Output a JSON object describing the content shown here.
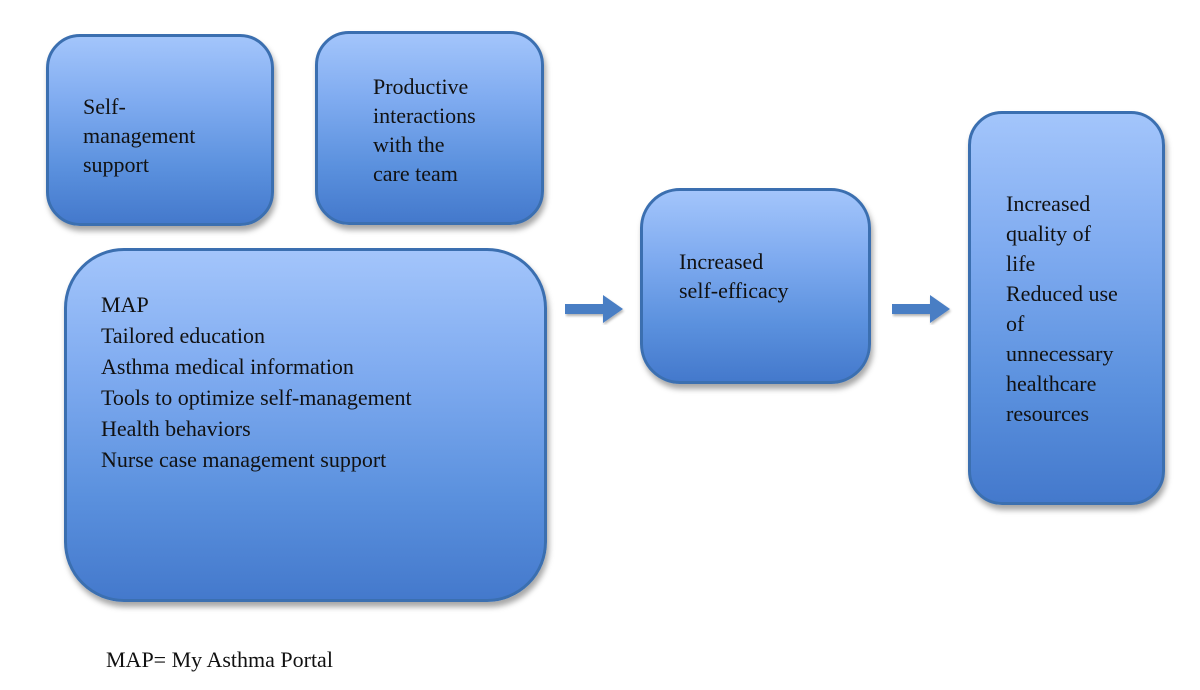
{
  "boxes": {
    "self_management": "Self-\nmanagement\nsupport",
    "productive": "Productive\ninteractions\nwith the\ncare team",
    "map": "MAP\nTailored education\nAsthma medical information\nTools to optimize self-management\nHealth behaviors\nNurse case management support",
    "efficacy": "Increased\nself-efficacy",
    "outcomes": "Increased\nquality of\nlife\nReduced use\nof\nunnecessary\nhealthcare\nresources"
  },
  "footnote": "MAP= My Asthma Portal",
  "colors": {
    "box_top": "#a3c5fb",
    "box_bottom": "#4479cc",
    "box_border": "#3b6fb0",
    "arrow": "#4a7ec4"
  }
}
